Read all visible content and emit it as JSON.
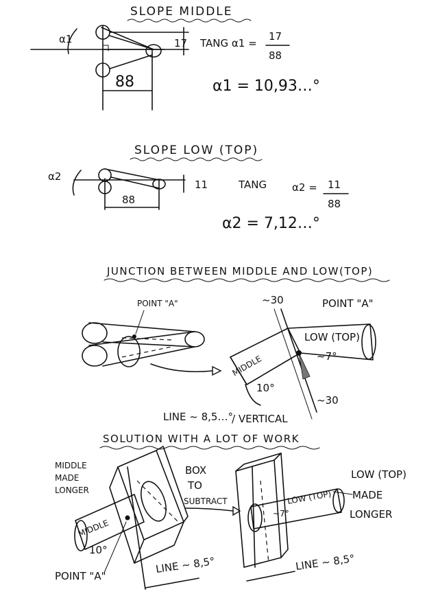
{
  "sections": {
    "slope_middle": {
      "title": "SLOPE MIDDLE",
      "alpha_label": "α1",
      "dim_vertical": "17",
      "dim_horizontal": "88",
      "formula_lhs": "TANG α1 =",
      "formula_num": "17",
      "formula_den": "88",
      "result": "α1 = 10,93…°"
    },
    "slope_low": {
      "title": "SLOPE LOW (TOP)",
      "alpha_label": "α2",
      "dim_vertical": "11",
      "dim_horizontal": "88",
      "formula_lhs": "TANG",
      "formula_alpha": "α2 =",
      "formula_num": "11",
      "formula_den": "88",
      "result": "α2 = 7,12…°"
    },
    "junction": {
      "title": "JUNCTION BETWEEN MIDDLE AND LOW(TOP)",
      "point_a_left": "POINT \"A\"",
      "point_a_right": "POINT \"A\"",
      "angle_top": "~30",
      "low_label": "LOW (TOP)",
      "low_angle": "~7°",
      "middle_label": "MIDDLE",
      "middle_angle": "10°",
      "angle_bottom": "~30",
      "line_label": "LINE ~ 8,5…°",
      "vertical_label": "/ VERTICAL"
    },
    "solution": {
      "title": "SOLUTION WITH A LOT OF WORK",
      "middle_note_1": "MIDDLE",
      "middle_note_2": "MADE",
      "middle_note_3": "LONGER",
      "box_note_1": "BOX",
      "box_note_2": "TO",
      "box_note_3": "SUBTRACT",
      "low_note_1": "LOW (TOP)",
      "low_note_2": "MADE",
      "low_note_3": "LONGER",
      "middle_tube": "MIDDLE",
      "middle_tube_angle": "10°",
      "low_tube": "LOW (TOP)",
      "low_tube_angle": "~7°",
      "point_a": "POINT \"A\"",
      "line_left": "LINE ~ 8,5°",
      "line_right": "LINE ~ 8,5°"
    }
  }
}
